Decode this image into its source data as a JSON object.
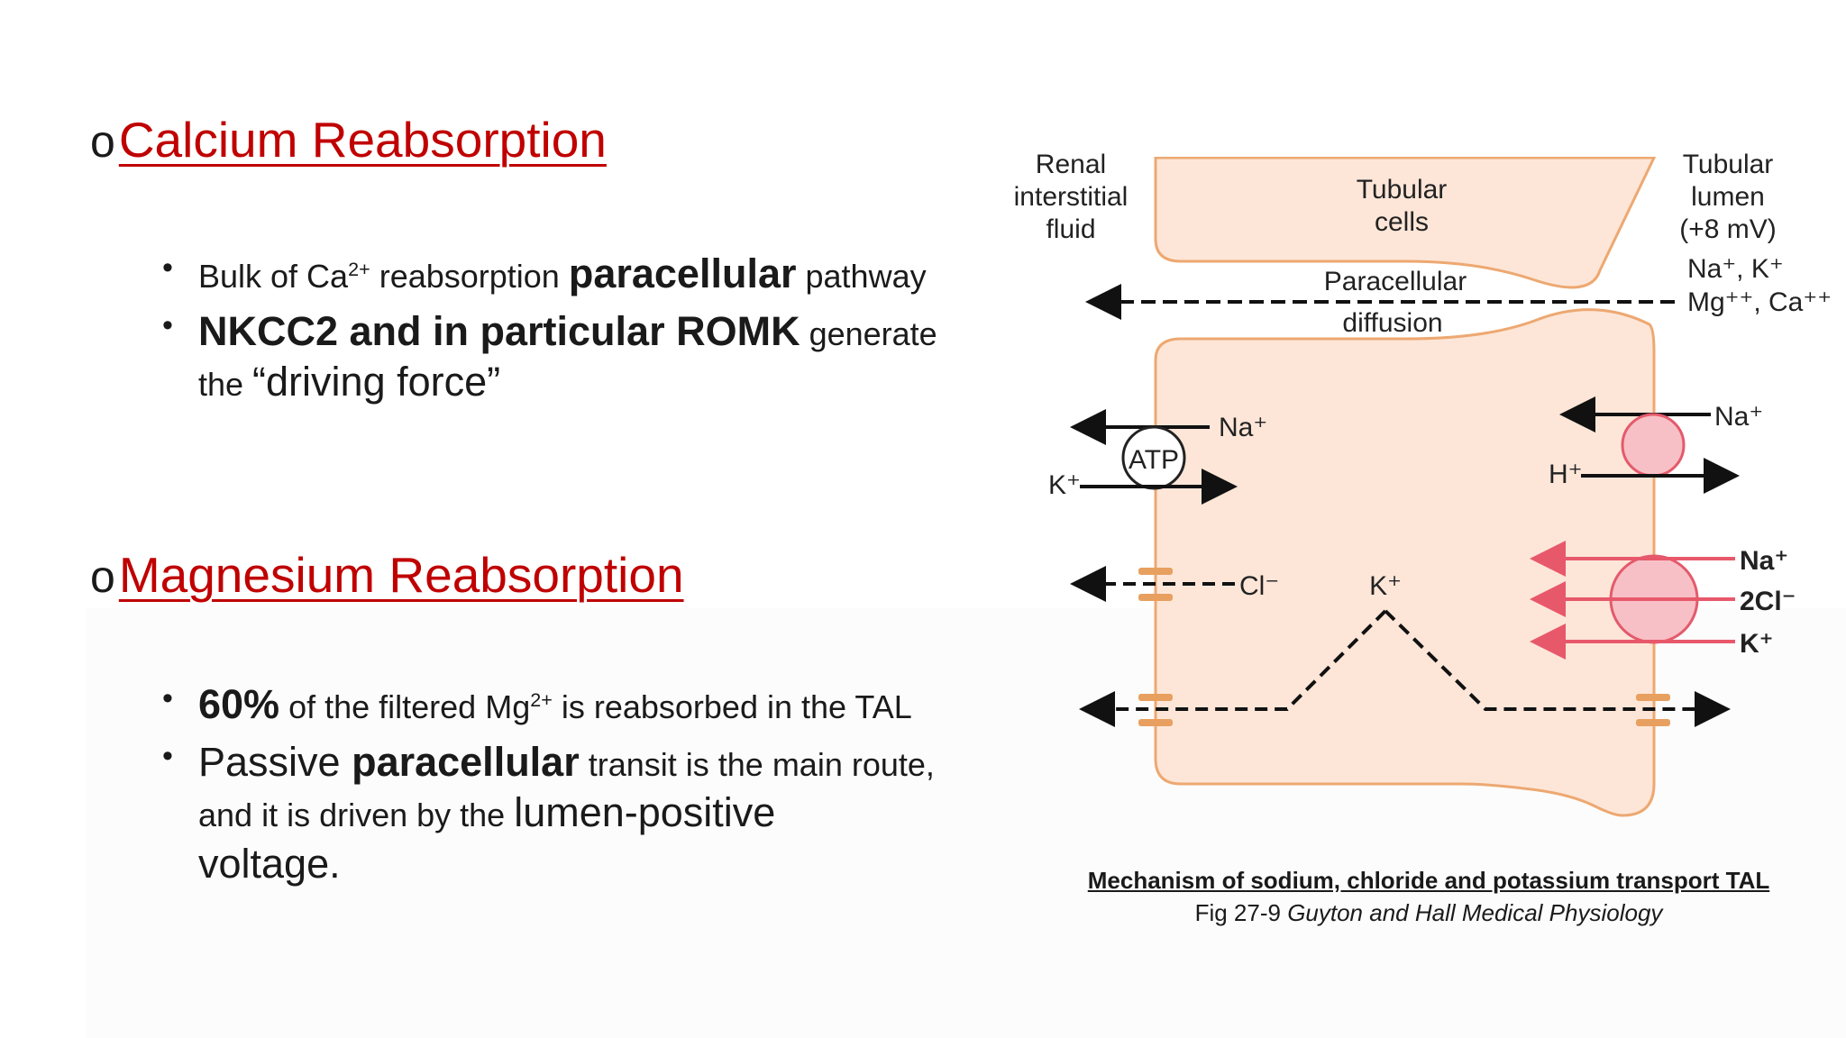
{
  "calcium": {
    "bullet": "o",
    "title": "Calcium Reabsorption",
    "b1_pre": "Bulk of Ca",
    "b1_sup": "2+",
    "b1_mid": " reabsorption ",
    "b1_bold": "paracellular",
    "b1_post": " pathway",
    "b2_bold": "NKCC2 and in particular ROMK",
    "b2_post": " generate",
    "b2_l2a": "the ",
    "b2_l2b": "“driving force”"
  },
  "magnesium": {
    "bullet": "o",
    "title": "Magnesium Reabsorption",
    "b1_bold": "60%",
    "b1_mid": " of the filtered Mg",
    "b1_sup": "2+",
    "b1_post": " is reabsorbed in the TAL",
    "b2_pre": "Passive ",
    "b2_bold": "paracellular",
    "b2_post": " transit is the main route,",
    "b2_l2a": "and it is driven by the ",
    "b2_l2b": "lumen-positive",
    "b2_l3": "voltage."
  },
  "diagram": {
    "renal": [
      "Renal",
      "interstitial",
      "fluid"
    ],
    "tubular_cells": [
      "Tubular",
      "cells"
    ],
    "lumen": [
      "Tubular",
      "lumen",
      "(+8 mV)"
    ],
    "lumen_ions_1": "Na⁺, K⁺",
    "lumen_ions_2": "Mg⁺⁺, Ca⁺⁺",
    "paracellular": "Paracellular",
    "diffusion": "diffusion",
    "atp": "ATP",
    "na_left": "Na⁺",
    "k_left": "K⁺",
    "na_right": "Na⁺",
    "h_right": "H⁺",
    "cl_left": "Cl⁻",
    "k_mid": "K⁺",
    "nkcc_na": "Na⁺",
    "nkcc_cl": "2Cl⁻",
    "nkcc_k": "K⁺",
    "colors": {
      "cell_fill": "#fde6d8",
      "cell_stroke": "#eda871",
      "transporter": "#f7c0c6",
      "transporter_stroke": "#e45a6b",
      "arrow_pink": "#e8586b",
      "channel": "#e8a060"
    }
  },
  "caption": {
    "line1": "Mechanism of sodium, chloride and potassium transport TAL",
    "line2_pre": "Fig 27-9 ",
    "line2_ital": "Guyton and Hall Medical Physiology"
  }
}
